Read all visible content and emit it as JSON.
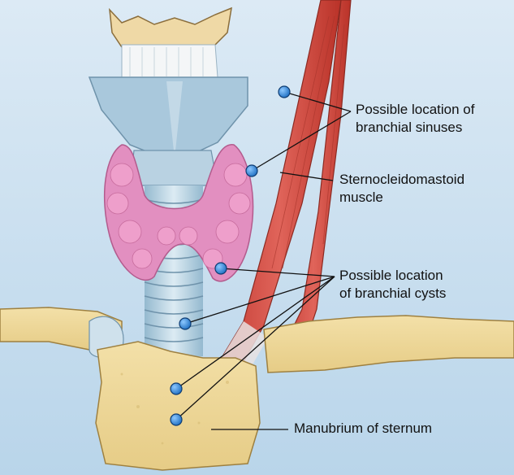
{
  "labels": {
    "sinuses": {
      "line1": "Possible location of",
      "line2": "branchial sinuses"
    },
    "scm": {
      "line1": "Sternocleidomastoid",
      "line2": "muscle"
    },
    "cysts": {
      "line1": "Possible location",
      "line2": "of branchial cysts"
    },
    "manubrium": {
      "line1": "Manubrium of sternum"
    }
  },
  "colors": {
    "background_top": "#dceaf5",
    "background_bottom": "#b9d5ea",
    "cartilage": "#a9c8dc",
    "hyoid": "#efd9a6",
    "thyroid_gland": "#e28fc0",
    "muscle": "#d9534a",
    "bone": "#ecd592",
    "marker": "#2a7fd0"
  }
}
